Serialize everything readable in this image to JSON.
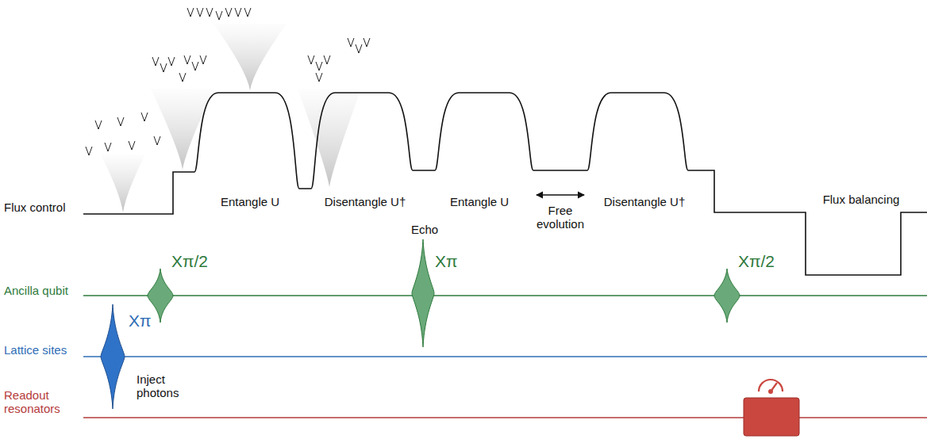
{
  "diagram": {
    "labels": [
      "Flux control",
      "Entangle U",
      "Disentangle U†",
      "Entangle U",
      "Free evolution",
      "Disentangle U†",
      "Flux balancing",
      "Xπ/2",
      "Echo",
      "Xπ",
      "Xπ/2",
      "Ancilla qubit",
      "Xπ",
      "Inject photons",
      "Lattice sites",
      "Readout resonators"
    ]
  }
}
